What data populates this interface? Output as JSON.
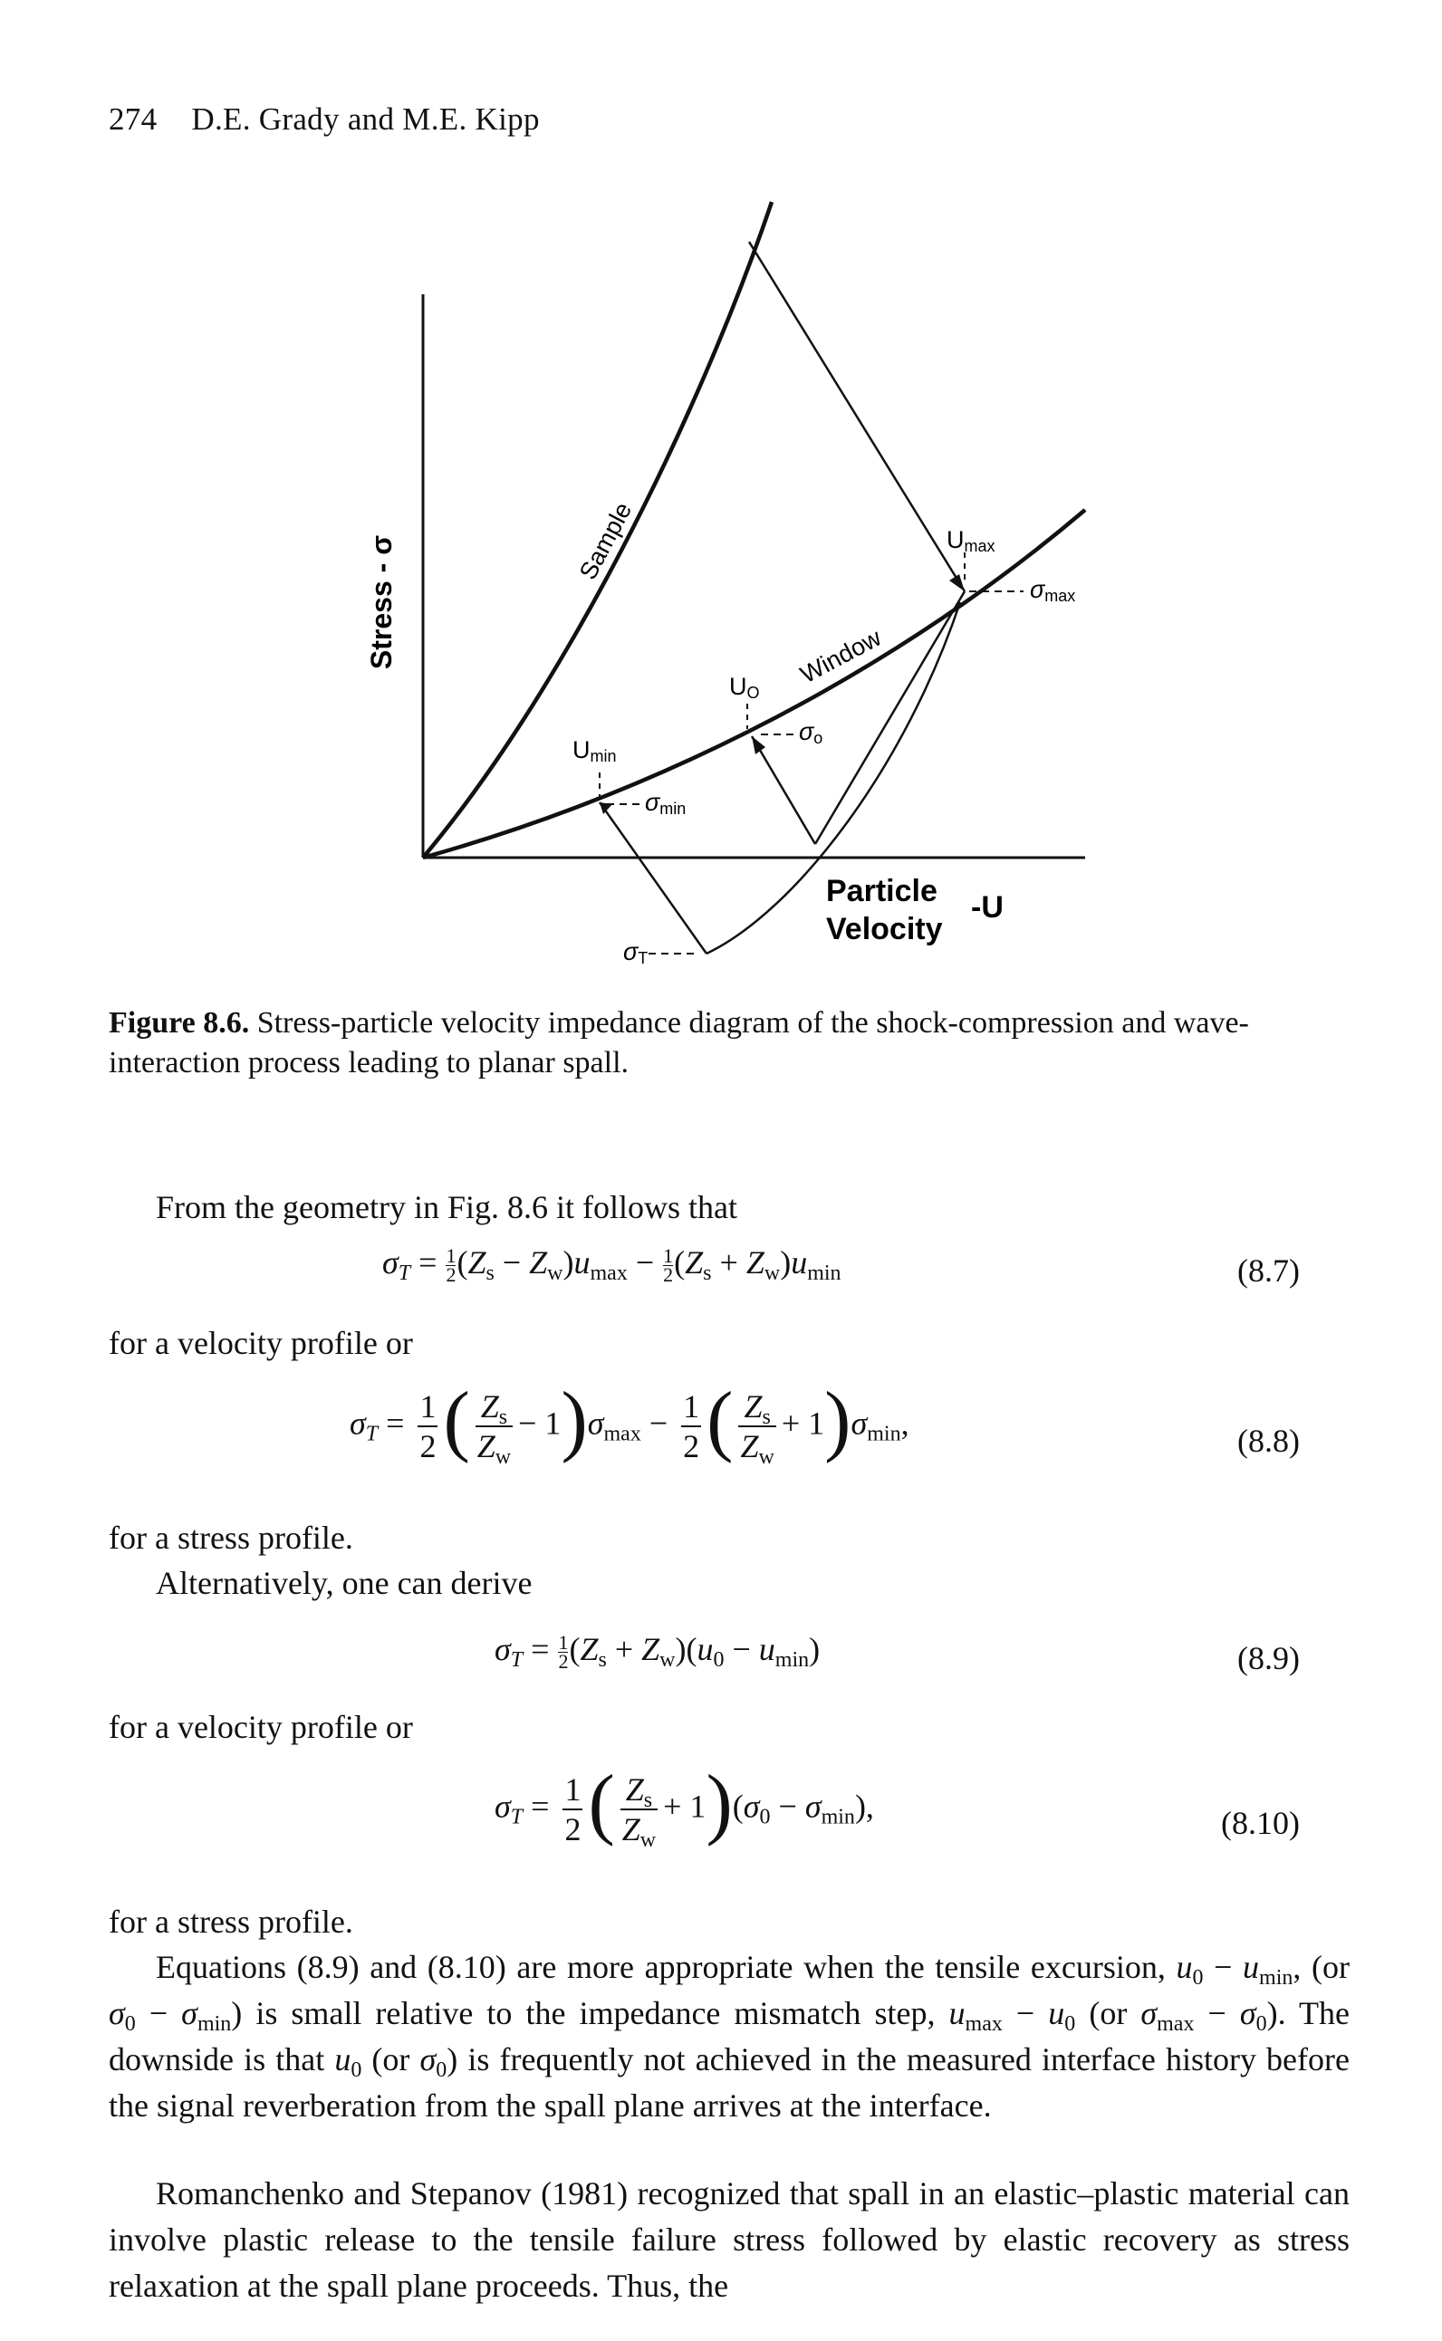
{
  "header": {
    "page_number": "274",
    "authors": "D.E. Grady and M.E. Kipp"
  },
  "figure": {
    "y_axis_label": "Stress - σ",
    "x_axis_label_line1": "Particle",
    "x_axis_label_line2": "Velocity",
    "x_axis_symbol": "-U",
    "curve_sample": "Sample",
    "curve_window": "Window",
    "u_max": "U",
    "u_max_sub": "max",
    "sigma_max": "σ",
    "sigma_max_sub": "max",
    "u_0": "U",
    "u_0_sub": "O",
    "sigma_0": "σ",
    "sigma_0_sub": "o",
    "u_min": "U",
    "u_min_sub": "min",
    "sigma_min": "σ",
    "sigma_min_sub": "min",
    "sigma_t": "σ",
    "sigma_t_sub": "T"
  },
  "caption": {
    "label": "Figure 8.6.",
    "text": " Stress-particle velocity impedance diagram of the shock-compression and wave-interaction process leading to planar spall."
  },
  "body": {
    "intro": "From the geometry in Fig. 8.6 it follows that",
    "after_eq_8_7": "for a velocity profile or",
    "after_eq_8_8": "for a stress profile.",
    "alt_intro": "Alternatively, one can derive",
    "after_eq_8_9": "for a velocity profile or",
    "after_eq_8_10": "for a stress profile.",
    "para_equations_1": "Equations (8.9) and (8.10) are more appropriate when the tensile excursion, ",
    "para_equations_2": "is small relative to the impedance mismatch step,",
    "para_equations_3": " The downside is that ",
    "para_equations_4": " is frequently not achieved in the measured interface history before the signal reverberation from the spall plane arrives at the interface.",
    "para_romanchenko": "Romanchenko and Stepanov (1981) recognized that spall in an elastic–plastic material can involve plastic release to the tensile failure stress followed by elastic recovery as stress relaxation at the spall plane proceeds. Thus, the"
  },
  "equations": {
    "eq_8_7_number": "(8.7)",
    "eq_8_8_number": "(8.8)",
    "eq_8_9_number": "(8.9)",
    "eq_8_10_number": "(8.10)"
  }
}
